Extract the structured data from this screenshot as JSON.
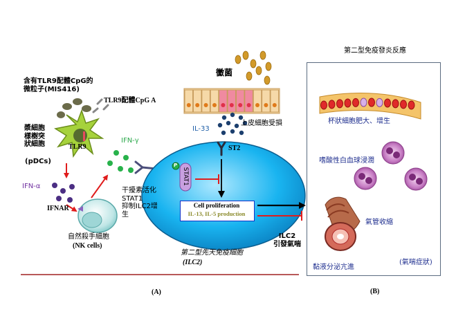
{
  "panel_a": {
    "pdc_particles_label": "含有TLR9配體CpG的\n微粒子(MIS416)",
    "cpg_a_label": "TLR9配體CpG A",
    "pdc_name": "漿細胞\n樣樹突\n狀細胞",
    "pdc_abbr": "(pDCs)",
    "tlr9_label": "TLR9",
    "ifn_alpha": "IFN-α",
    "ifn_gamma": "IFN-γ",
    "ifnar": "IFNAR",
    "nk_name": "自然殺手細胞",
    "nk_abbr": "(NK cells)",
    "stat1_activation": "干擾素活化\nSTAT1\n抑制ILC2增\n生",
    "fungi_label": "黴菌",
    "epithelium_damage": "上皮細胞受損",
    "il33": "IL-33",
    "st2": "ST2",
    "stat1_oval": "STAT1",
    "p_marker": "P",
    "cell_prolif_title": "Cell proliferation",
    "cell_prolif_sub": "IL-13, IL-5 production",
    "ilc2_effect": "ILC2\n引發氣喘",
    "ilc2_name": "第二型先天免疫細胞",
    "ilc2_abbr": "(ILC2)",
    "panel_letter": "(A)"
  },
  "panel_b": {
    "title": "第二型免疫發炎反應",
    "goblet": "杯狀細胞肥大、增生",
    "eosinophil": "嗜酸性白血球浸潤",
    "airway": "氣管收縮",
    "mucus": "黏液分泌亢進",
    "symptom": "(氣喘症狀)",
    "panel_letter": "(B)"
  },
  "colors": {
    "ilc2_fill": "#19b4f0",
    "red_arrow": "#e01c1c",
    "ifn_alpha_text": "#7030a0",
    "ifn_gamma_text": "#2aa84a",
    "il33_text": "#1f5fa8",
    "prolif_sub_text": "#8a8a2a",
    "stat1_oval": "#c8a0e0",
    "baseline": "#a02020",
    "panel_b_border": "#5a6b80"
  }
}
